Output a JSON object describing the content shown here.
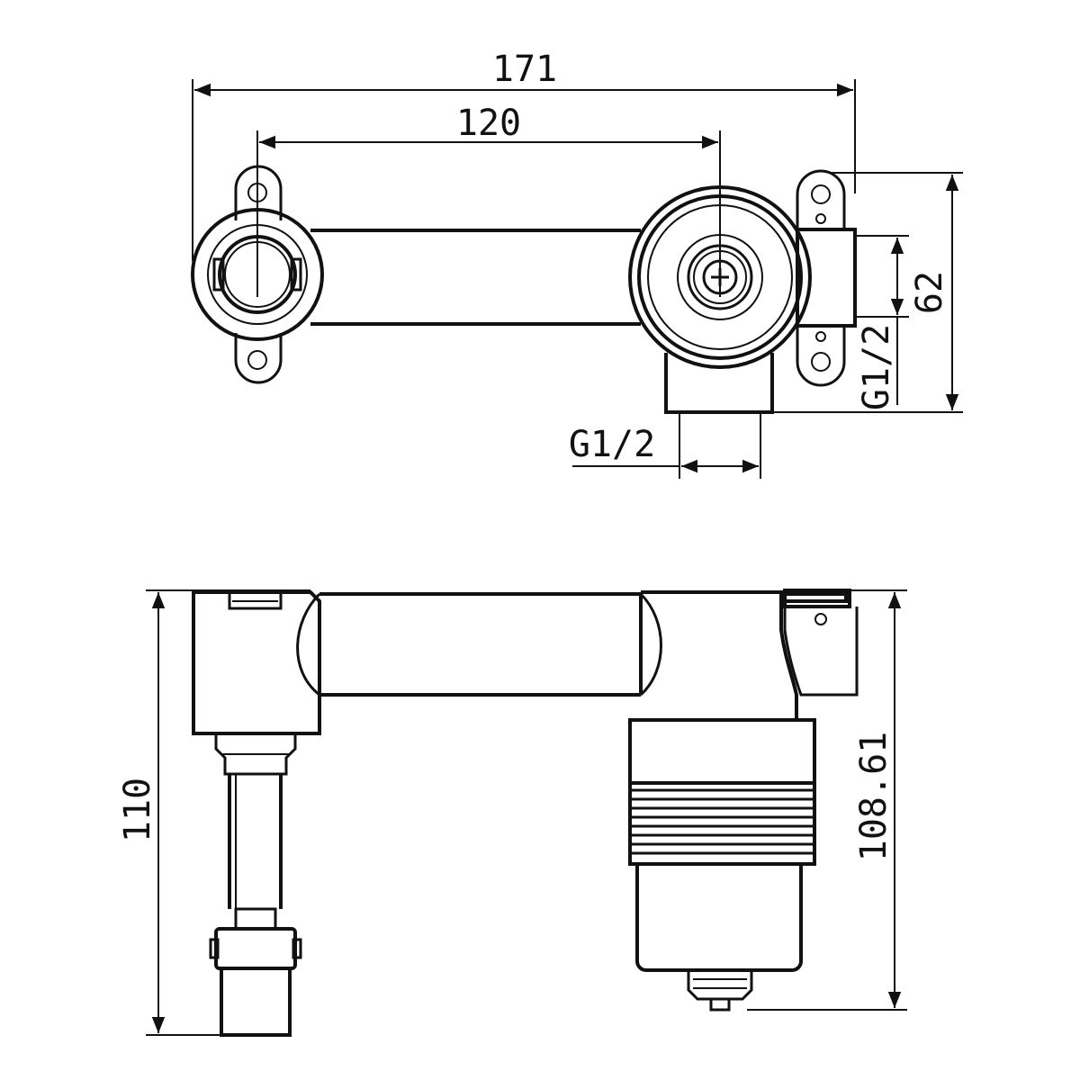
{
  "drawing": {
    "colors": {
      "line": "#111111",
      "background": "#ffffff"
    },
    "top_view": {
      "dim_overall_width": "171",
      "dim_center_distance": "120",
      "dim_height": "62",
      "thread_right": "G1/2",
      "thread_bottom": "G1/2"
    },
    "side_view": {
      "dim_left_height": "110",
      "dim_right_height": "108.61"
    }
  }
}
